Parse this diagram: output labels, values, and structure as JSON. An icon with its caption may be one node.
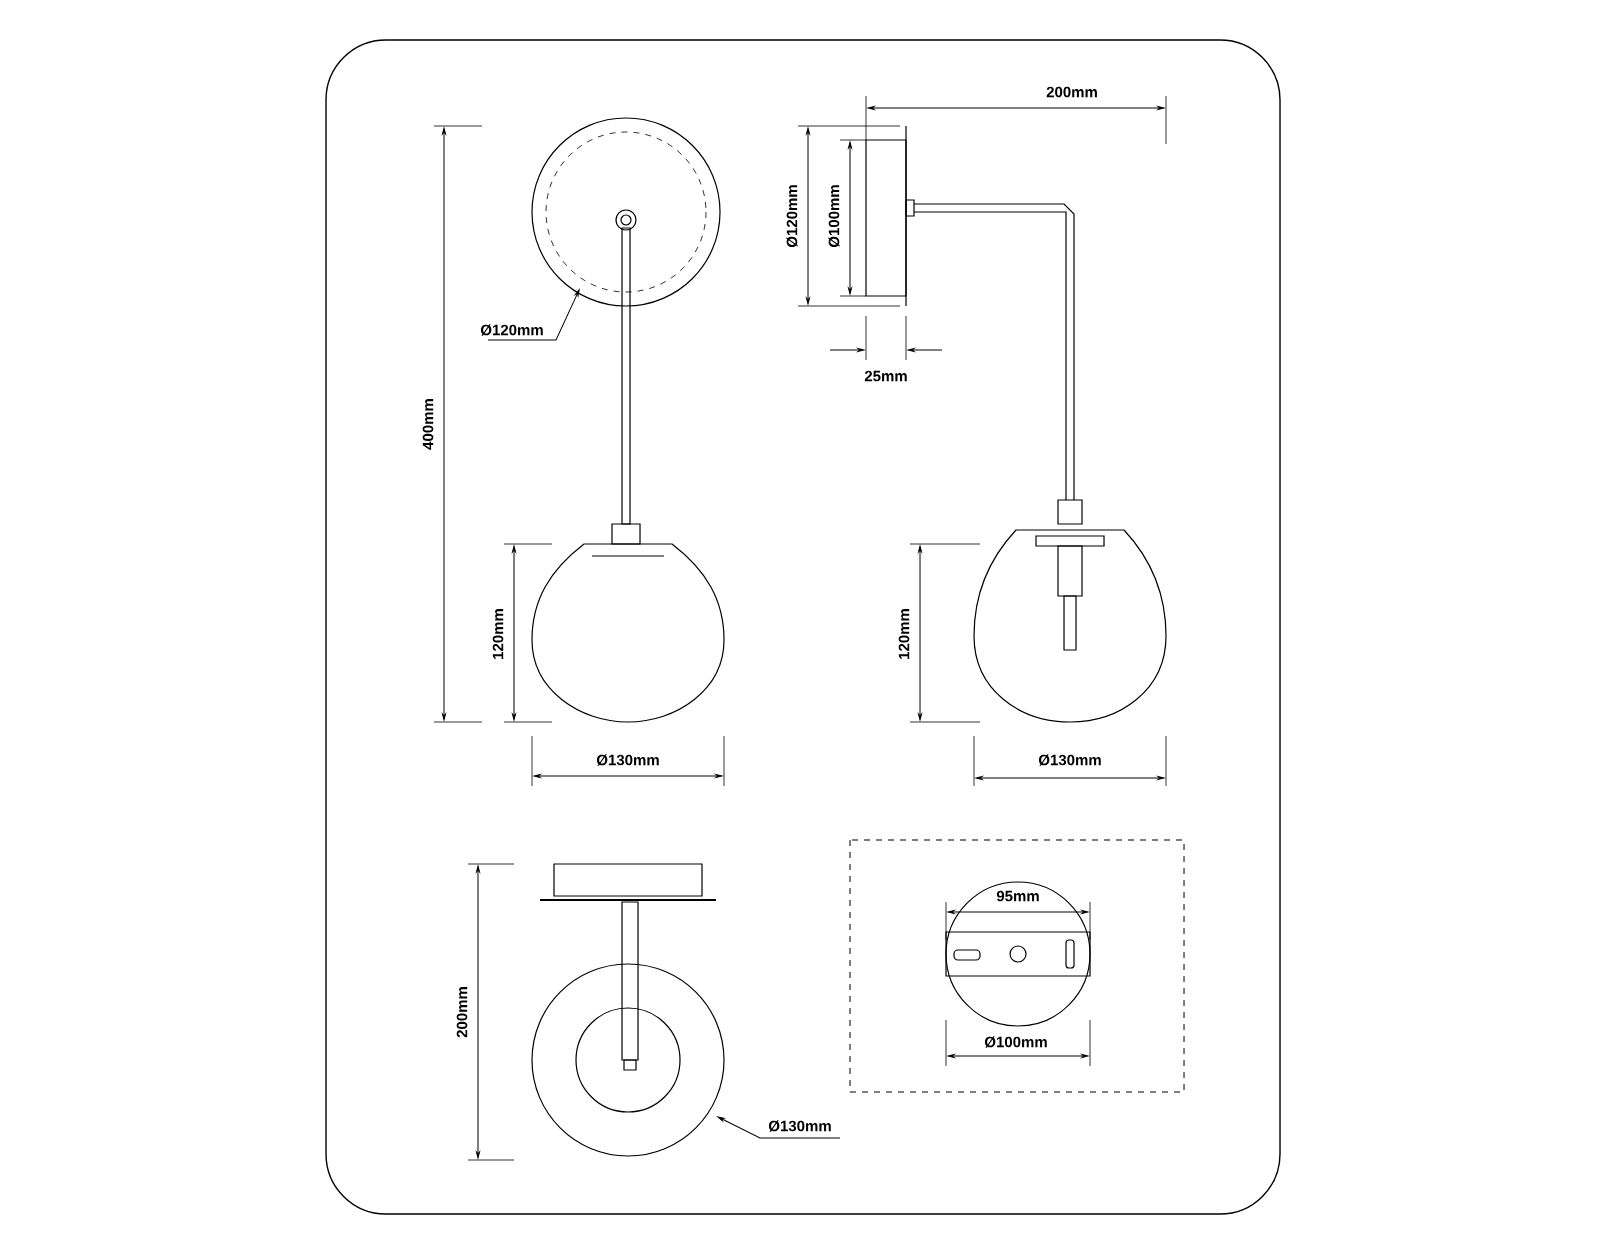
{
  "diagram": {
    "labels": [
      "200mm",
      "400mm",
      "Ø120mm",
      "Ø100mm",
      "Ø120mm",
      "25mm",
      "120mm",
      "120mm",
      "Ø130mm",
      "Ø130mm",
      "95mm",
      "200mm",
      "Ø100mm",
      "Ø130mm"
    ]
  }
}
